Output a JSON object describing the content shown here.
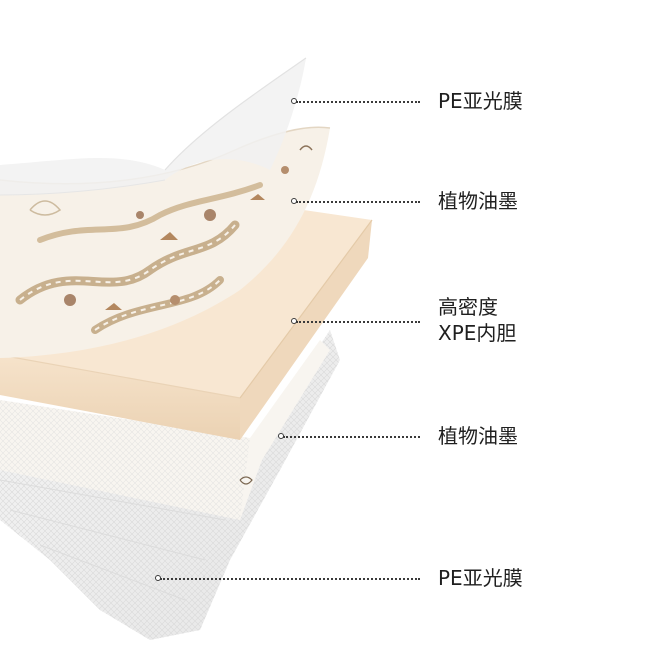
{
  "labels": [
    {
      "lines": [
        "PE亚光膜"
      ]
    },
    {
      "lines": [
        "植物油墨"
      ]
    },
    {
      "lines": [
        "高密度",
        "XPE内胆"
      ]
    },
    {
      "lines": [
        "植物油墨"
      ]
    },
    {
      "lines": [
        "PE亚光膜"
      ]
    }
  ],
  "colors": {
    "foam_top": "#f8e7d2",
    "foam_edge": "#efd8bc",
    "film": "#eeeeee",
    "print_sheet": "#f7f1e8",
    "pattern": "#b79c74",
    "text": "#1f1f1f"
  }
}
